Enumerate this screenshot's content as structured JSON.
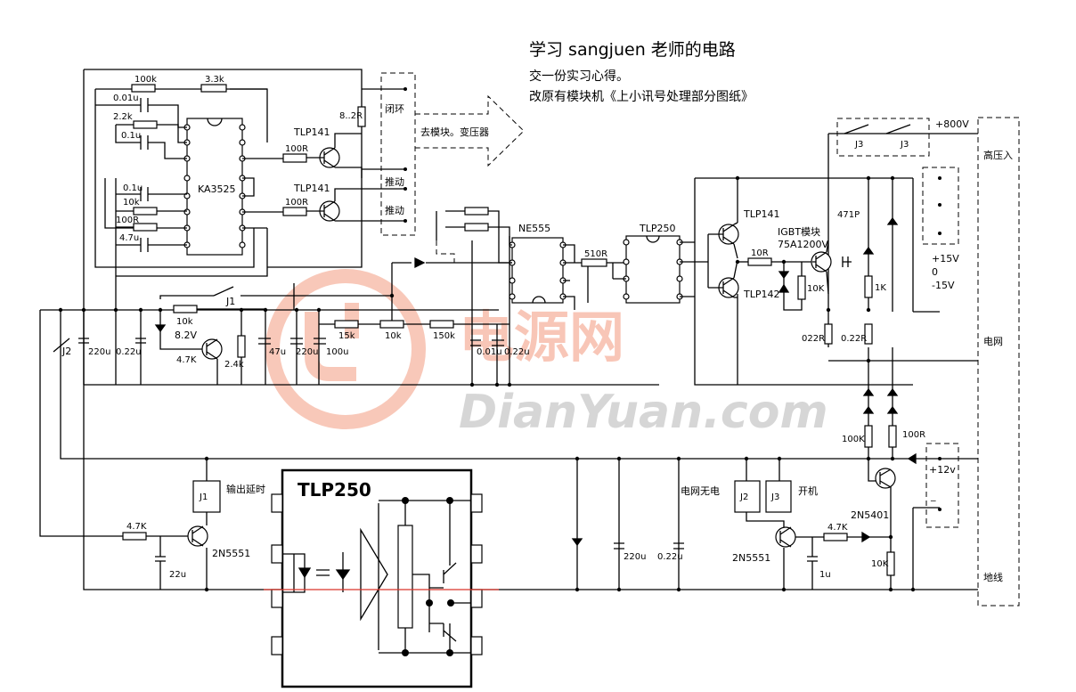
{
  "title": "学习 sangjuen 老师的电路",
  "subtitle_lines": [
    "交一份实习心得。",
    "改原有模块机《上小讯号处理部分图纸》"
  ],
  "watermark": {
    "cn": "电源网",
    "en": "DianYuan.com"
  },
  "ics": {
    "ka3525": "KA3525",
    "ne555": "NE555",
    "tlp250_small": "TLP250",
    "tlp250_big": "TLP250"
  },
  "opto": {
    "tlp141_a": "TLP141",
    "tlp141_b": "TLP141",
    "tlp141_c": "TLP141",
    "tlp142": "TLP142"
  },
  "igbt": {
    "line1": "IGBT模块",
    "line2": "75A1200V"
  },
  "labels": {
    "bihuan": "闭环",
    "tuidong1": "推动",
    "tuidong2": "推动",
    "arrow_text": "去模块。变压器",
    "j3": "J3",
    "j3b": "J3",
    "v800": "+800V",
    "gaoyaru": "高压入",
    "p15": "+15V",
    "zero": "0",
    "n15": "-15V",
    "dianwang": "电网",
    "p12": "+12v",
    "minus": "_",
    "dixian": "地线",
    "j1": "J1",
    "j1_relay": "J1",
    "j2": "J2",
    "j2_relay": "J2",
    "j3_relay": "J3",
    "shuchu": "输出延时",
    "dianwang_wudian": "电网无电",
    "kaiji": "开机",
    "q_2n5551_a": "2N5551",
    "q_2n5551_b": "2N5551",
    "q_2n5401": "2N5401"
  },
  "components": {
    "r100k": "100k",
    "r3_3k": "3.3k",
    "c001u_a": "0.01u",
    "r2_2k": "2.2k",
    "c01u_a": "0.1u",
    "c01u_b": "0.1u",
    "r10k_a": "10k",
    "r100r_a": "100R",
    "c4_7u": "4.7u",
    "r8_2r": "8..2R",
    "r100r_b": "100R",
    "r100r_c": "100R",
    "r510r": "510R",
    "r10r": "10R",
    "c471p": "471P",
    "r10k_b": "10K",
    "r1k": "1K",
    "r022_a": "022R",
    "r022_b": "0.22R",
    "r10k_c": "10k",
    "z8_2v": "8.2V",
    "r4_7k_a": "4.7K",
    "r2_4k": "2.4k",
    "c220u_a": "220u",
    "c0_22u_a": "0.22u",
    "c47u": "47u",
    "c220u_b": "220u",
    "c100u": "100u",
    "r15k": "15k",
    "r10k_d": "10k",
    "r150k": "150k",
    "c0_01u_b": "0.01u",
    "c0_22u_b": "0.22u",
    "r100k_b": "100K",
    "r100r_d": "100R",
    "r4_7k_b": "4.7K",
    "c22u": "22u",
    "c220u_c": "220u",
    "c0_22u_c": "0.22u",
    "r4_7k_c": "4.7K",
    "c1u": "1u",
    "r10k_e": "10K"
  }
}
